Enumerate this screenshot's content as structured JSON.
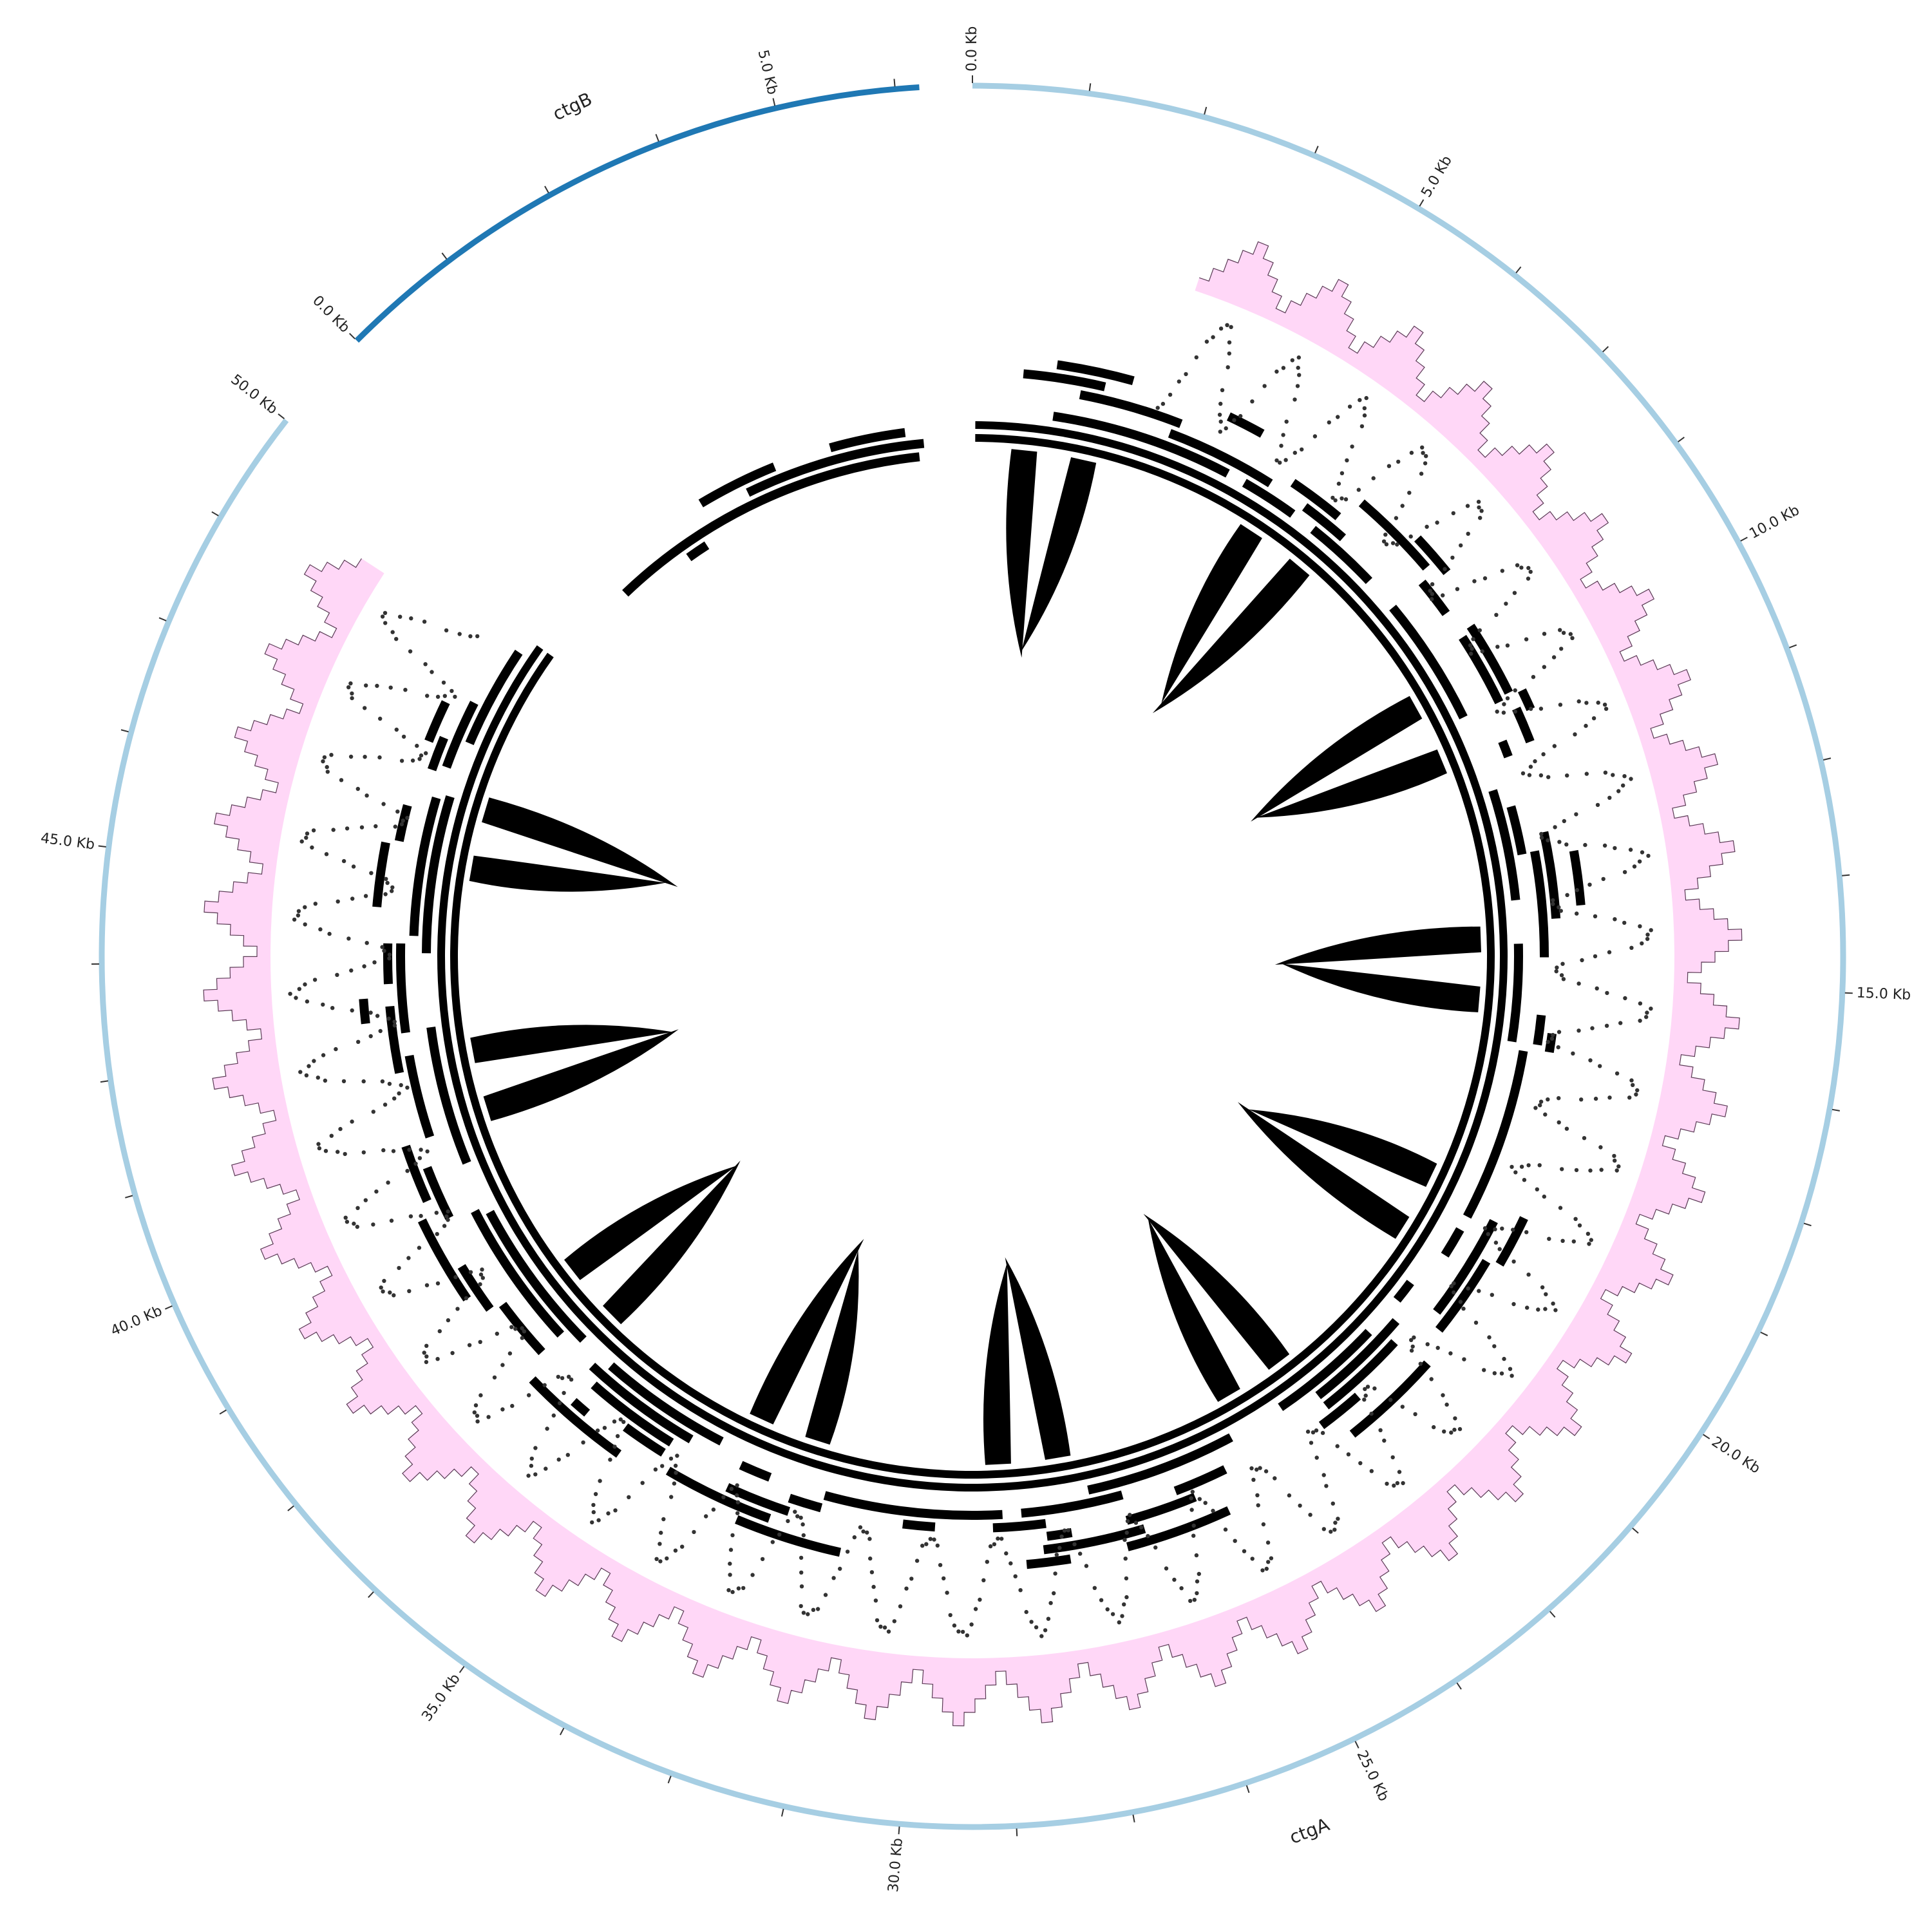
{
  "chart_data": {
    "type": "circos",
    "colors": {
      "ctgA": "#a6cee3",
      "ctgB": "#1f78b4",
      "histogram_fill": "#ffd7f7",
      "histogram_edge": "#5a3a55",
      "features": "#000000",
      "tick": "#333333",
      "text": "#222222"
    },
    "contigs": [
      {
        "name": "ctgA",
        "length_kb": 50.0,
        "start_angle_deg": 0.0,
        "end_angle_deg": 308.0,
        "label": "ctgA",
        "tick_labels": [
          "0.0 Kb",
          "5.0 Kb",
          "10.0 Kb",
          "15.0 Kb",
          "20.0 Kb",
          "25.0 Kb",
          "30.0 Kb",
          "35.0 Kb",
          "40.0 Kb",
          "45.0 Kb",
          "50.0 Kb"
        ]
      },
      {
        "name": "ctgB",
        "length_kb": 6.5,
        "start_angle_deg": 315.0,
        "end_angle_deg": 356.5,
        "label": "ctgB",
        "tick_labels": [
          "0.0 Kb",
          "5.0 Kb"
        ]
      }
    ],
    "tracks": [
      {
        "name": "histogram",
        "type": "histogram",
        "contig": "ctgA",
        "oscillations": 43,
        "levels": 5
      },
      {
        "name": "scatter",
        "type": "scatter",
        "contig": "ctgA",
        "oscillations": 43
      },
      {
        "name": "gene_features",
        "type": "features",
        "contig": "ctgA"
      },
      {
        "name": "links",
        "type": "links",
        "contig": "ctgA",
        "count": 22
      },
      {
        "name": "ctgB_features",
        "type": "features",
        "contig": "ctgB"
      }
    ]
  }
}
